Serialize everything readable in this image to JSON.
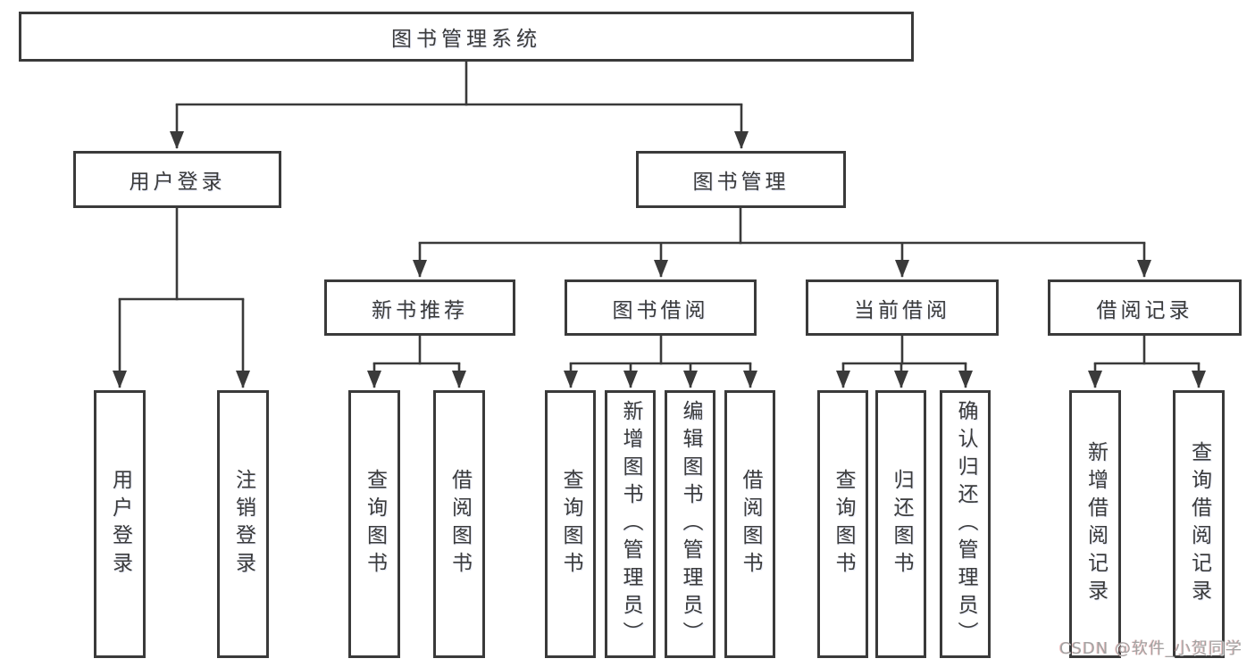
{
  "diagram": {
    "root": {
      "label": "图书管理系统"
    },
    "branches": [
      {
        "label": "用户登录",
        "leaves": [
          {
            "label": "用户登录"
          },
          {
            "label": "注销登录"
          }
        ]
      },
      {
        "label": "图书管理",
        "groups": [
          {
            "label": "新书推荐",
            "leaves": [
              {
                "label": "查询图书"
              },
              {
                "label": "借阅图书"
              }
            ]
          },
          {
            "label": "图书借阅",
            "leaves": [
              {
                "label": "查询图书"
              },
              {
                "label": "新增图书（管理员）"
              },
              {
                "label": "编辑图书（管理员）"
              },
              {
                "label": "借阅图书"
              }
            ]
          },
          {
            "label": "当前借阅",
            "leaves": [
              {
                "label": "查询图书"
              },
              {
                "label": "归还图书"
              },
              {
                "label": "确认归还（管理员）"
              }
            ]
          },
          {
            "label": "借阅记录",
            "leaves": [
              {
                "label": "新增借阅记录"
              },
              {
                "label": "查询借阅记录"
              }
            ]
          }
        ]
      }
    ]
  },
  "watermark": {
    "text": "CSDN @软件_小贺同学"
  },
  "colors": {
    "line": "#3a3a3a",
    "box_border": "#3a3a3a",
    "text": "#3b3b3b",
    "background": "#ffffff",
    "watermark": "#a3a3a3"
  }
}
